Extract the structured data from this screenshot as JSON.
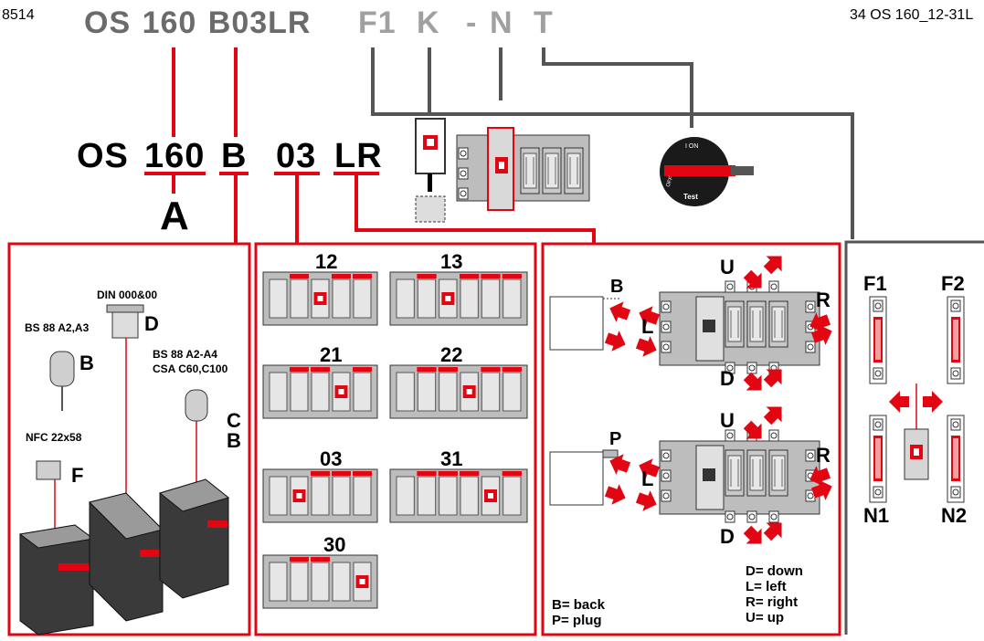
{
  "header": {
    "left_code": "8514",
    "right_code": "34 OS 160_12-31L",
    "code_dark": [
      "OS",
      "160",
      "B03LR"
    ],
    "code_light": [
      "F1",
      "K",
      "-",
      "N",
      "T"
    ]
  },
  "main_code": {
    "parts": [
      "OS",
      "160",
      "B",
      "03",
      "LR"
    ],
    "sublabel": "A"
  },
  "handle": {
    "top_text": "I ON",
    "side_text": "OFF",
    "bottom_text": "Test"
  },
  "panel_a": {
    "din": "DIN 000&00",
    "bs88_a2a3": "BS 88  A2,A3",
    "bs88_a2a4": "BS 88   A2-A4",
    "csa": "CSA C60,C100",
    "nfc": "NFC 22x58",
    "letter_d": "D",
    "letter_b1": "B",
    "letter_c": "C",
    "letter_b2": "B",
    "letter_f": "F"
  },
  "panel_config": {
    "labels": [
      "12",
      "13",
      "21",
      "22",
      "03",
      "31",
      "30"
    ]
  },
  "panel_terminals": {
    "top": {
      "back": "B",
      "left": "L",
      "right": "R",
      "up": "U",
      "down": "D"
    },
    "bottom": {
      "back": "P",
      "left": "L",
      "right": "R",
      "up": "U",
      "down": "D"
    },
    "legend_left": [
      "B= back",
      "P= plug"
    ],
    "legend_right": [
      "D= down",
      "L= left",
      "R= right",
      "U= up"
    ]
  },
  "panel_neutral": {
    "labels": [
      "F1",
      "F2",
      "N1",
      "N2"
    ]
  },
  "colors": {
    "red": "#e20613",
    "dark_gray": "#555555",
    "light_gray": "#a0a0a0",
    "switch_gray": "#bdbdbd"
  }
}
